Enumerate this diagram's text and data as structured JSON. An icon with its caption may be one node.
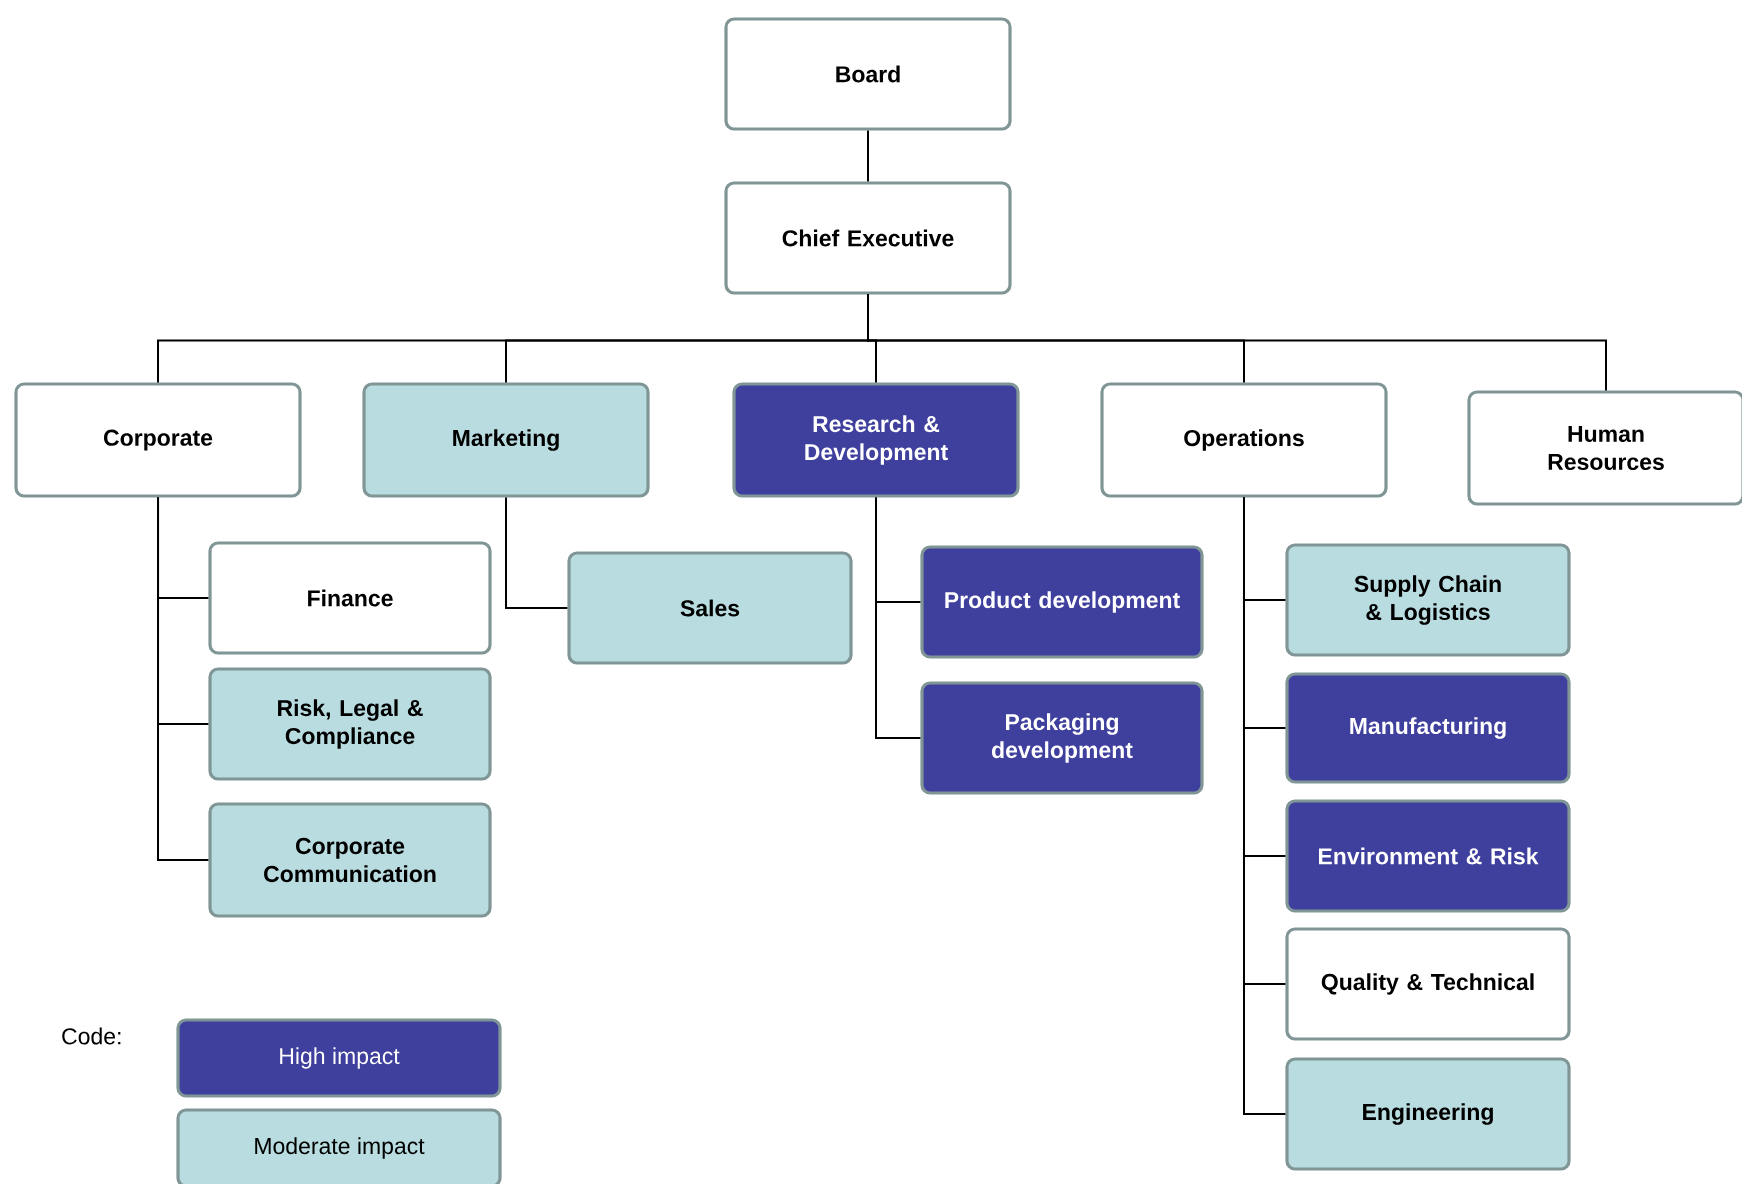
{
  "diagram": {
    "nodes": [
      {
        "text": [
          "Board"
        ]
      },
      {
        "text": [
          "Chief Executive"
        ]
      },
      {
        "text": [
          "Corporate"
        ]
      },
      {
        "text": [
          "Marketing"
        ]
      },
      {
        "text": [
          "Research & Development"
        ]
      },
      {
        "text": [
          "Operations"
        ]
      },
      {
        "text": [
          "Human Resources"
        ]
      },
      {
        "text": [
          "Finance"
        ]
      },
      {
        "text": [
          "Risk, Legal & Compliance"
        ]
      },
      {
        "text": [
          "Corporate Communication"
        ]
      },
      {
        "text": [
          "Sales"
        ]
      },
      {
        "text": [
          "Product development"
        ]
      },
      {
        "text": [
          "Packaging development"
        ]
      },
      {
        "text": [
          "Supply Chain & Logistics"
        ]
      },
      {
        "text": [
          "Manufacturing"
        ]
      },
      {
        "text": [
          "Environment & Risk"
        ]
      },
      {
        "text": [
          "Quality & Technical"
        ]
      },
      {
        "text": [
          "Engineering"
        ]
      }
    ],
    "edges": [
      {
        "from": 0,
        "to": 1,
        "arrow": "none"
      },
      {
        "from": 1,
        "to": 2,
        "arrow": "none"
      },
      {
        "from": 1,
        "to": 3,
        "arrow": "none"
      },
      {
        "from": 1,
        "to": 4,
        "arrow": "none"
      },
      {
        "from": 1,
        "to": 5,
        "arrow": "none"
      },
      {
        "from": 1,
        "to": 6,
        "arrow": "none"
      },
      {
        "from": 2,
        "to": 7,
        "arrow": "none"
      },
      {
        "from": 2,
        "to": 8,
        "arrow": "none"
      },
      {
        "from": 2,
        "to": 9,
        "arrow": "none"
      },
      {
        "from": 3,
        "to": 10,
        "arrow": "none"
      },
      {
        "from": 4,
        "to": 11,
        "arrow": "none"
      },
      {
        "from": 4,
        "to": 12,
        "arrow": "none"
      },
      {
        "from": 5,
        "to": 13,
        "arrow": "none"
      },
      {
        "from": 5,
        "to": 14,
        "arrow": "none"
      },
      {
        "from": 5,
        "to": 15,
        "arrow": "none"
      },
      {
        "from": 5,
        "to": 16,
        "arrow": "none"
      },
      {
        "from": 5,
        "to": 17,
        "arrow": "none"
      }
    ],
    "labels": [
      "Code:"
    ],
    "legend": [
      {
        "text": "High impact",
        "color": "#3f3f9e"
      },
      {
        "text": "Moderate impact",
        "color": "#b8dcdf"
      }
    ]
  }
}
